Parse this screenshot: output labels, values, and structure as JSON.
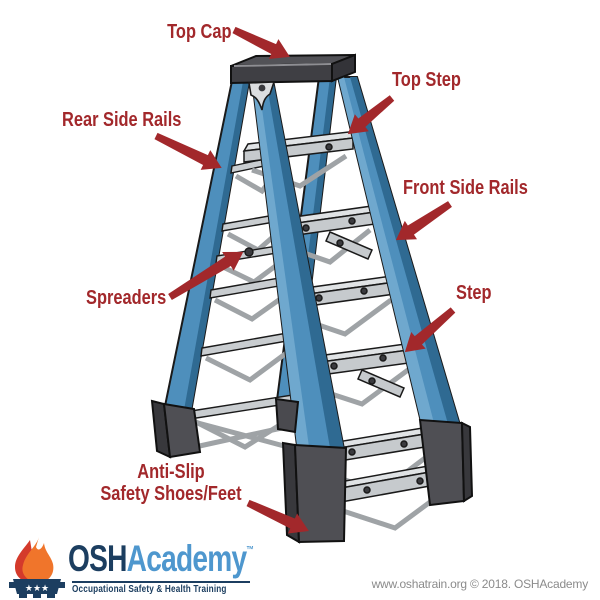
{
  "diagram": {
    "labels": {
      "top_cap": "Top Cap",
      "top_step": "Top Step",
      "rear_side_rails": "Rear Side Rails",
      "front_side_rails": "Front Side Rails",
      "spreaders": "Spreaders",
      "step": "Step",
      "anti_slip_line1": "Anti-Slip",
      "anti_slip_line2": "Safety Shoes/Feet"
    },
    "colors": {
      "label_red": "#A2282B",
      "arrow_red": "#A2282B",
      "rail_blue": "#4E8FBC",
      "rail_shadow": "#2F6A92",
      "step_gray": "#C6CACD",
      "cap_dark": "#3F3F44",
      "foot_dark": "#4F4F54"
    }
  },
  "branding": {
    "brand_osh": "OSH",
    "brand_academy": "Academy",
    "trademark": "™",
    "stars": "★★★",
    "tagline": "Occupational Safety & Health Training",
    "colors": {
      "navy": "#1C3E60",
      "academy_blue": "#4E97CE",
      "flame_orange": "#F0752B",
      "flame_red": "#D43A2B"
    }
  },
  "footer": {
    "credit": "www.oshatrain.org © 2018. OSHAcademy"
  }
}
